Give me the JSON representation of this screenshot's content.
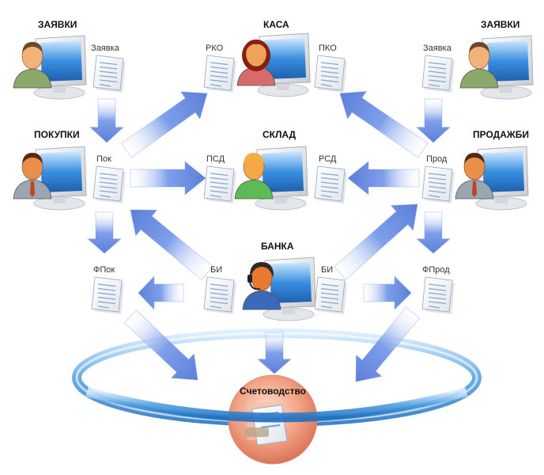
{
  "departments": {
    "requests_left": "ЗАЯВКИ",
    "cashbox": "КАСА",
    "requests_right": "ЗАЯВКИ",
    "purchases": "ПОКУПКИ",
    "warehouse": "СКЛАД",
    "sales": "ПРОДАЖБИ",
    "bank": "БАНКА"
  },
  "documents": {
    "request_left": "Заявка",
    "rko": "РКО",
    "pko": "ПКО",
    "request_right": "Заявка",
    "purchase": "Пок",
    "psd": "ПСД",
    "rsd": "РСД",
    "sale": "Прод",
    "invoice_purchase": "ФПок",
    "bank_statement_left": "БИ",
    "bank_statement_right": "БИ",
    "invoice_sale": "ФПрод"
  },
  "center": {
    "label": "Счетоводство"
  },
  "colors": {
    "arrow": "#6f93e8",
    "ring": "#5aa7e0",
    "center_fill": "#f0a48a",
    "monitor": "#3d8fd8"
  }
}
